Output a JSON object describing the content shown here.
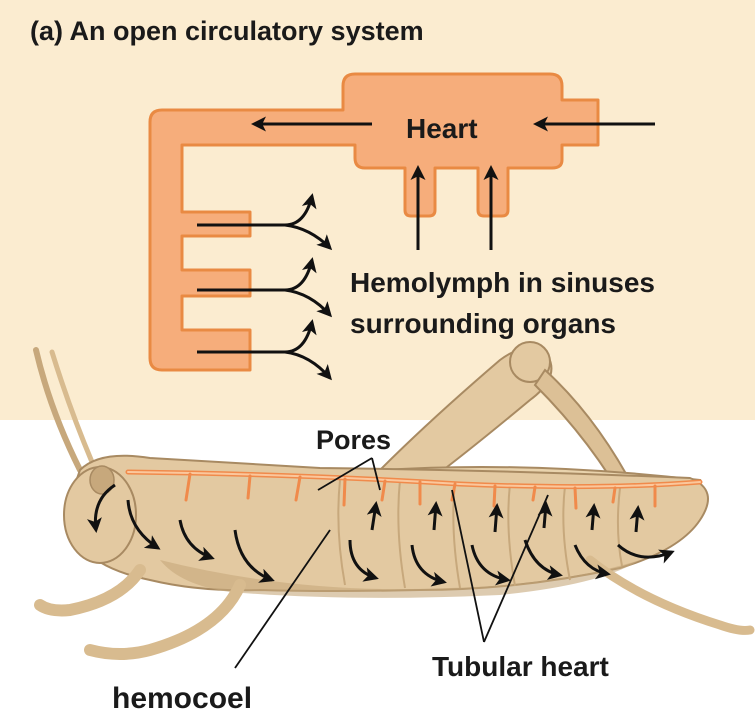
{
  "title": "(a) An open circulatory system",
  "labels": {
    "heart": "Heart",
    "hemolymph_line1": "Hemolymph in sinuses",
    "hemolymph_line2": "surrounding organs",
    "pores": "Pores",
    "tubular_heart": "Tubular heart",
    "hemocoel": "hemocoel"
  },
  "colors": {
    "panel_bg": "#fbecd0",
    "vessel_fill": "#f6ad7b",
    "vessel_stroke": "#e98a43",
    "insect_body": "#e3c9a1",
    "insect_shadow": "#c7a87c",
    "insect_outline": "#a88a62",
    "arrow": "#111111"
  }
}
